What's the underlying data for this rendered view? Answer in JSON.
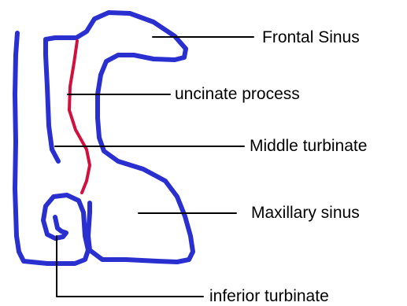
{
  "labels": {
    "frontal_sinus": "Frontal Sinus",
    "uncinate_process": "uncinate process",
    "middle_turbinate": "Middle turbinate",
    "maxillary_sinus": "Maxillary sinus",
    "inferior_turbinate": "inferior turbinate"
  },
  "colors": {
    "outline": "#2a2fd0",
    "uncinate": "#d1103f",
    "leader": "#000000",
    "text": "#000000",
    "background": "#ffffff"
  }
}
